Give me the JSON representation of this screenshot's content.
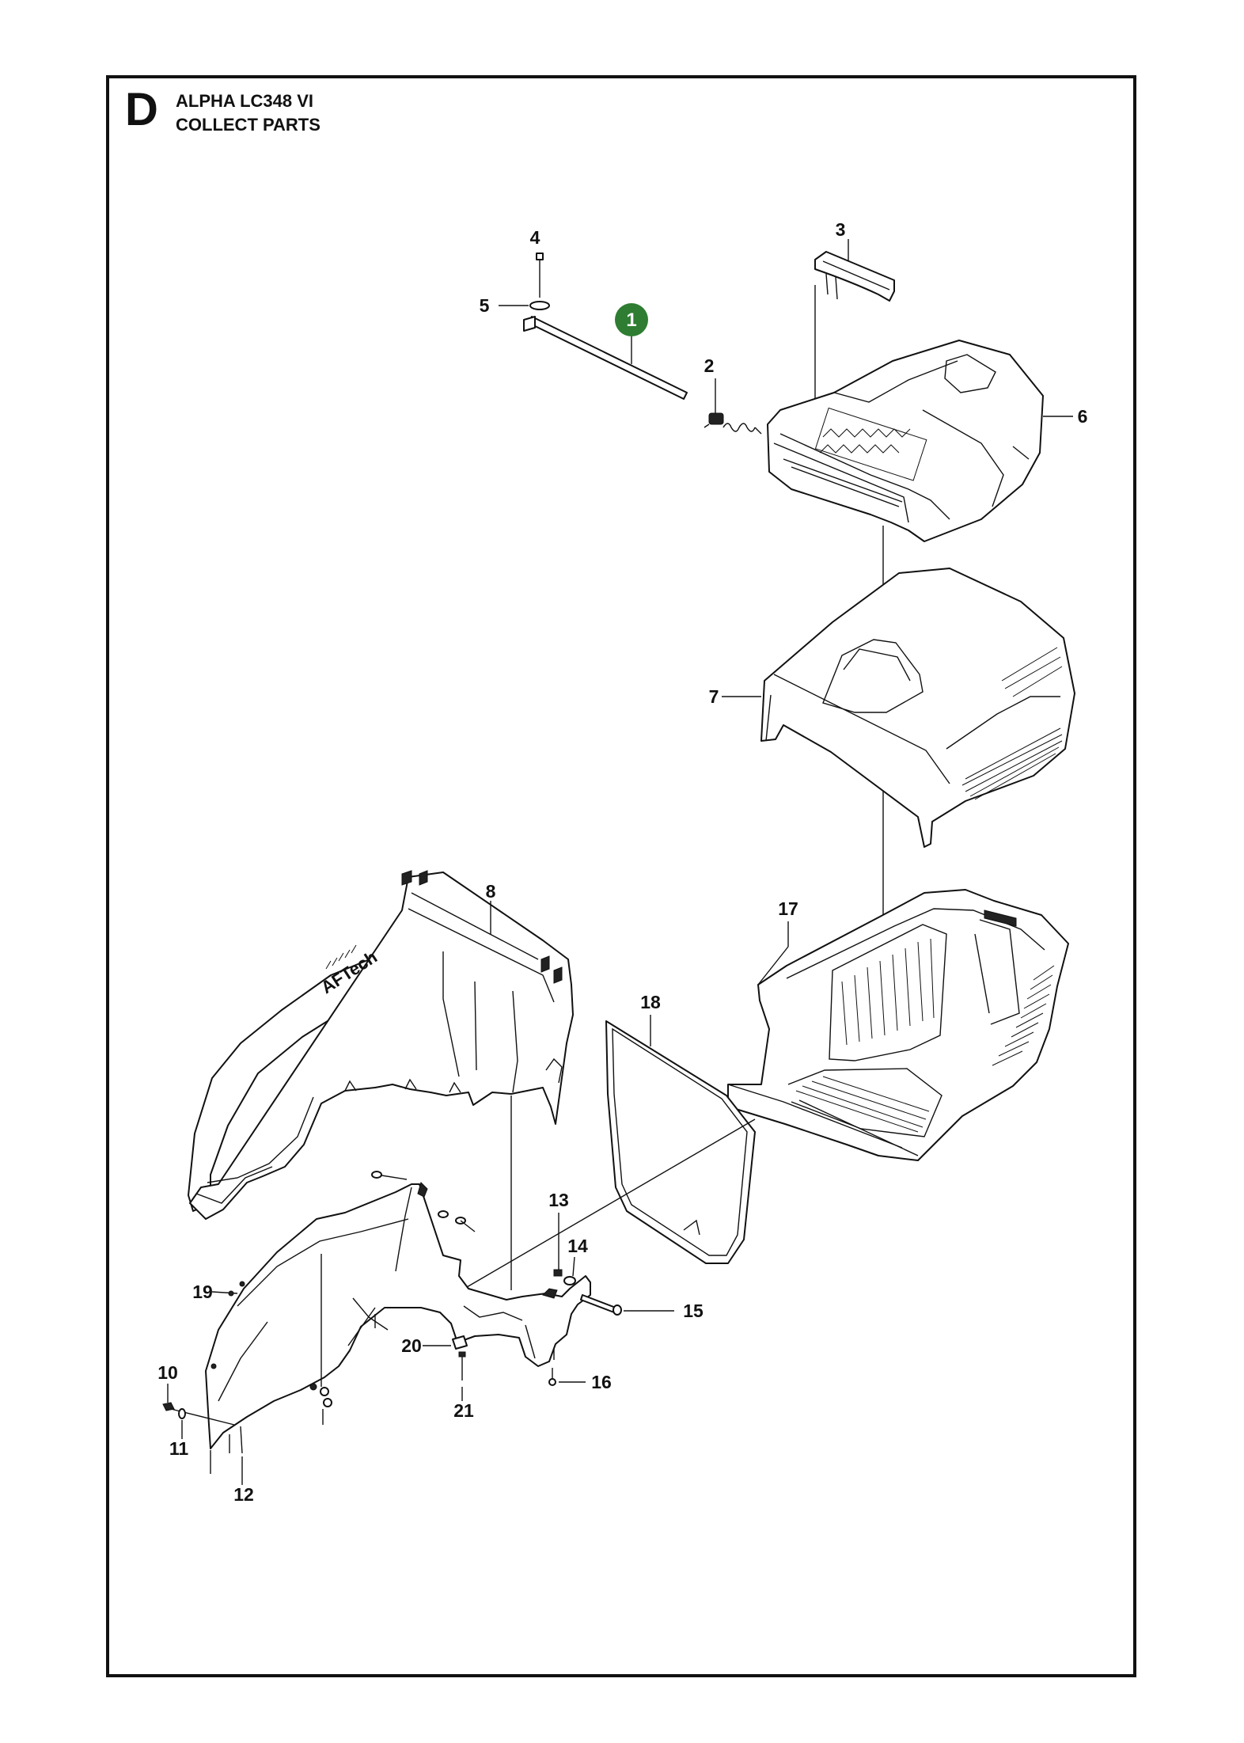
{
  "header": {
    "section_letter": "D",
    "model": "ALPHA LC348 VI",
    "subtitle": "COLLECT PARTS"
  },
  "highlight": {
    "label": "1",
    "color": "#2e7d32"
  },
  "decal": {
    "text": "AFTech"
  },
  "callouts": [
    "2",
    "3",
    "4",
    "5",
    "6",
    "7",
    "8",
    "10",
    "11",
    "12",
    "13",
    "14",
    "15",
    "16",
    "17",
    "18",
    "19",
    "20",
    "21"
  ]
}
